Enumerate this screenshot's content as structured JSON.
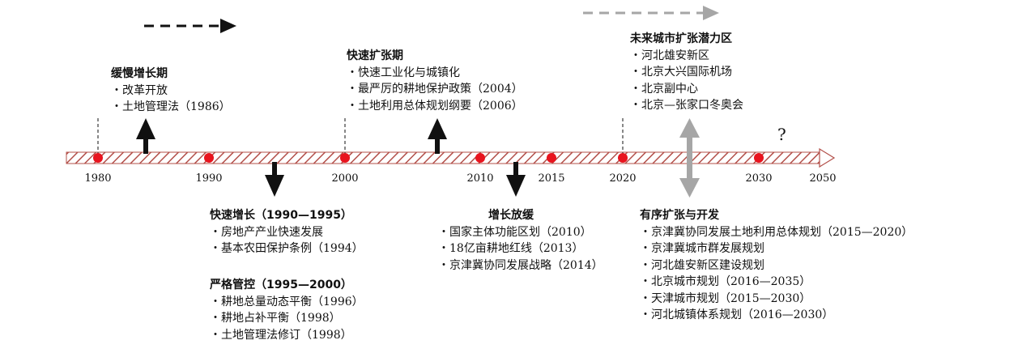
{
  "timeline": {
    "years": [
      {
        "label": "1980",
        "dot": true
      },
      {
        "label": "1990",
        "dot": true
      },
      {
        "label": "2000",
        "dot": true
      },
      {
        "label": "2010",
        "dot": true
      },
      {
        "label": "2015",
        "dot": true
      },
      {
        "label": "2020",
        "dot": true
      },
      {
        "label": "2030",
        "dot": true
      },
      {
        "label": "2050",
        "dot": false
      }
    ],
    "future_marker": "?"
  },
  "colors": {
    "dot": "#e8141e",
    "arrow_dark": "#111111",
    "arrow_gray": "#a6a6a6",
    "hatch": "#b3504a"
  },
  "blocks": {
    "slow": {
      "title": "缓慢增长期",
      "items": [
        "改革开放",
        "土地管理法（1986）"
      ]
    },
    "fast_expand": {
      "title": "快速扩张期",
      "items": [
        "快速工业化与城镇化",
        "最严厉的耕地保护政策（2004）",
        "土地利用总体规划纲要（2006）"
      ]
    },
    "future": {
      "title": "未来城市扩张潜力区",
      "items": [
        "河北雄安新区",
        "北京大兴国际机场",
        "北京副中心",
        "北京—张家口冬奥会"
      ]
    },
    "fast_growth": {
      "title": "快速增长（1990—1995）",
      "items": [
        "房地产产业快速发展",
        "基本农田保护条例（1994）"
      ]
    },
    "strict": {
      "title": "严格管控（1995—2000）",
      "items": [
        "耕地总量动态平衡（1996）",
        "耕地占补平衡（1998）",
        "土地管理法修订（1998）"
      ]
    },
    "slowdown": {
      "title": "增长放缓",
      "items": [
        "国家主体功能区划（2010）",
        "18亿亩耕地红线（2013）",
        "京津冀协同发展战略（2014）"
      ]
    },
    "orderly": {
      "title": "有序扩张与开发",
      "items": [
        "京津冀协同发展土地利用总体规划（2015—2020）",
        "京津冀城市群发展规划",
        "河北雄安新区建设规划",
        "北京城市规划（2016—2035）",
        "天津城市规划（2015—2030）",
        "河北城镇体系规划（2016—2030）"
      ]
    }
  }
}
